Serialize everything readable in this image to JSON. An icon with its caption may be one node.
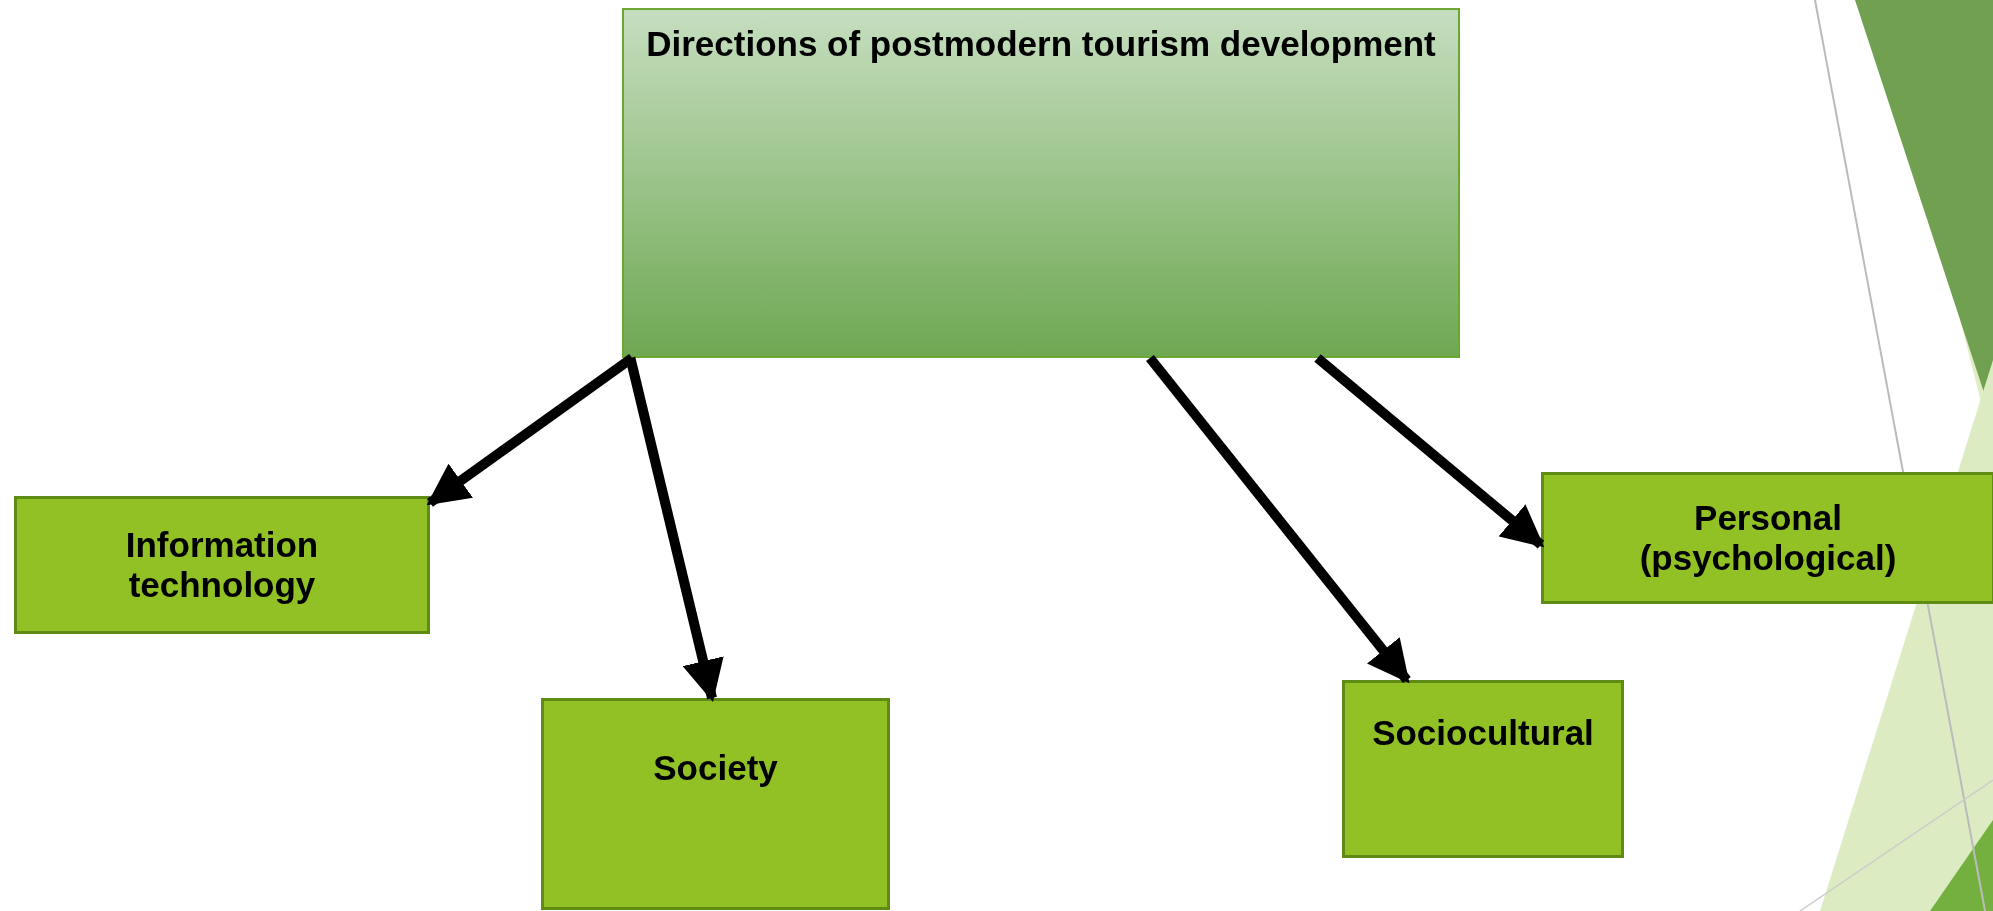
{
  "diagram": {
    "nodes": [
      {
        "text": [
          "Directions of postmodern tourism development"
        ]
      },
      {
        "text": [
          "Information technology"
        ]
      },
      {
        "text": [
          "Society"
        ]
      },
      {
        "text": [
          "Sociocultural"
        ]
      },
      {
        "text": [
          "Personal (psychological)"
        ]
      }
    ],
    "edges": [
      {
        "from": 0,
        "to": 1,
        "arrow": "to"
      },
      {
        "from": 0,
        "to": 2,
        "arrow": "to"
      },
      {
        "from": 0,
        "to": 3,
        "arrow": "to"
      },
      {
        "from": 0,
        "to": 4,
        "arrow": "to"
      }
    ]
  }
}
